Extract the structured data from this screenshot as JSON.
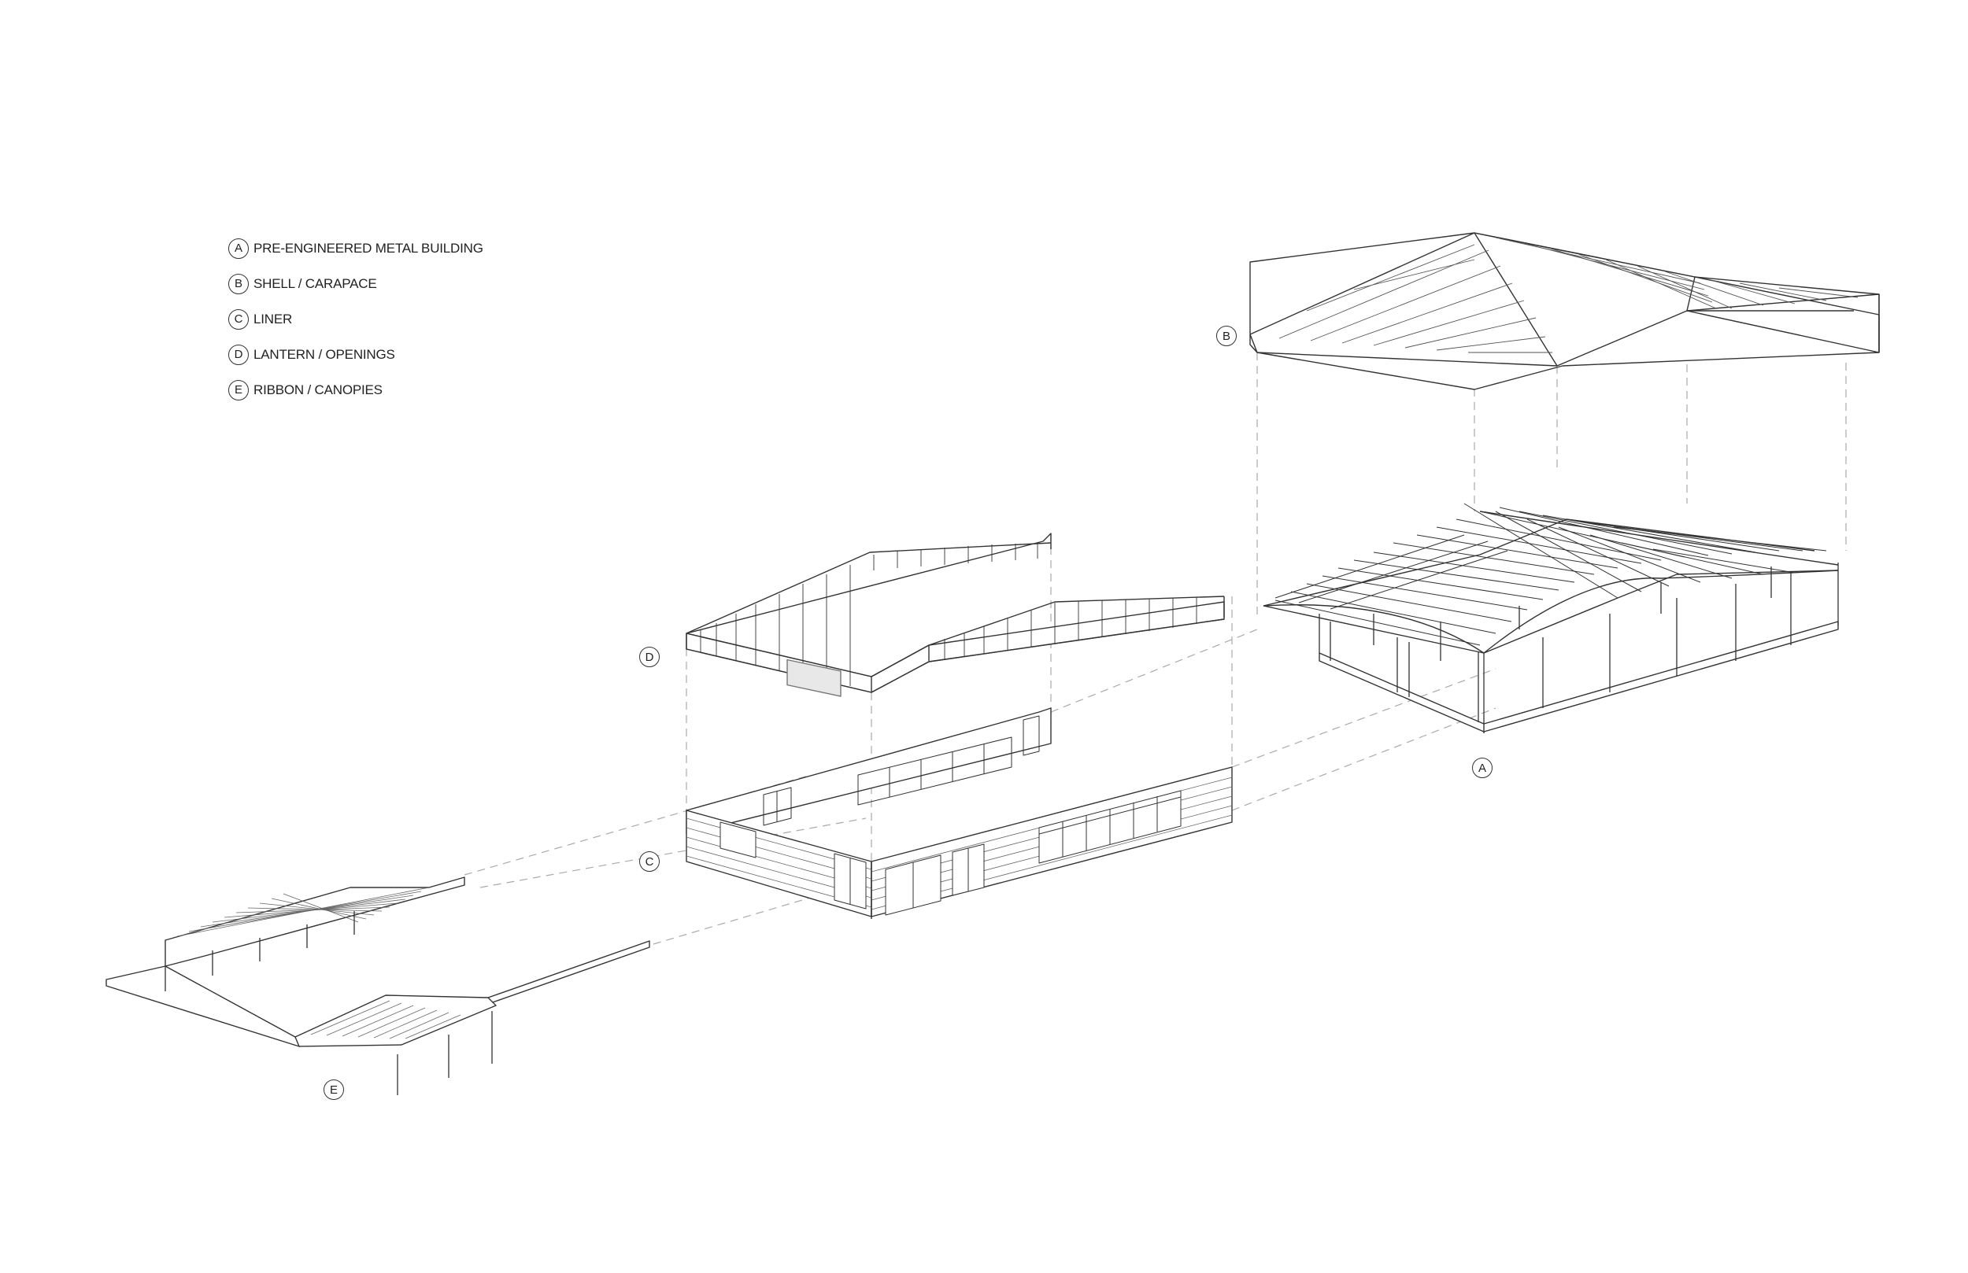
{
  "legend": [
    {
      "letter": "A",
      "label": "PRE-ENGINEERED METAL BUILDING"
    },
    {
      "letter": "B",
      "label": "SHELL / CARAPACE"
    },
    {
      "letter": "C",
      "label": "LINER"
    },
    {
      "letter": "D",
      "label": "LANTERN / OPENINGS"
    },
    {
      "letter": "E",
      "label": "RIBBON / CANOPIES"
    }
  ],
  "callouts": {
    "a": "A",
    "b": "B",
    "c": "C",
    "d": "D",
    "e": "E"
  }
}
